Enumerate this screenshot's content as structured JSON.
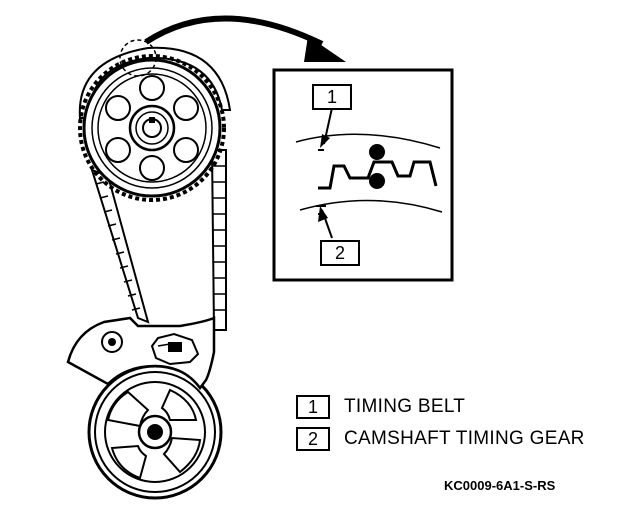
{
  "callouts": {
    "one": "1",
    "two": "2"
  },
  "legend": [
    {
      "number": "1",
      "label": "TIMING BELT"
    },
    {
      "number": "2",
      "label": "CAMSHAFT TIMING GEAR"
    }
  ],
  "figure_code": "KC0009-6A1-S-RS"
}
